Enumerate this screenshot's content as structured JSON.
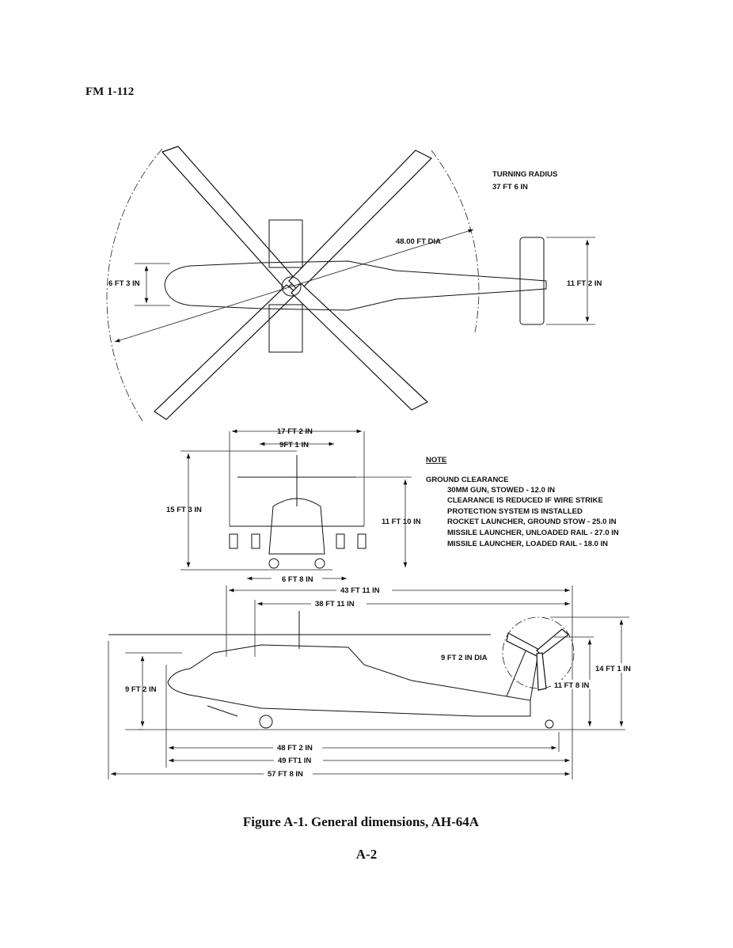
{
  "header": {
    "doc_id": "FM 1-112"
  },
  "top_view": {
    "turning_radius_label": "TURNING RADIUS",
    "turning_radius_value": "37 FT 6 IN",
    "rotor_diameter": "48.00 FT  DIA",
    "stabilator_width": "6 FT 3 IN",
    "tail_width": "11 FT 2 IN"
  },
  "front_view": {
    "wing_span": "17 FT 2 IN",
    "inner_span": "9FT 1 IN",
    "overall_height": "15 FT 3 IN",
    "hub_height": "11 FT 10 IN",
    "wheel_track": "6 FT 8 IN"
  },
  "note": {
    "title": "NOTE",
    "heading": "GROUND CLEARANCE",
    "lines": [
      "30MM GUN, STOWED - 12.0 IN",
      "CLEARANCE IS REDUCED IF WIRE STRIKE",
      "PROTECTION SYSTEM IS INSTALLED",
      "ROCKET LAUNCHER, GROUND STOW - 25.0 IN",
      "MISSILE LAUNCHER, UNLOADED RAIL - 27.0 IN",
      "MISSILE LAUNCHER, LOADED RAIL - 18.0 IN"
    ]
  },
  "side_view": {
    "length_a": "43 FT 11 IN",
    "length_b": "38 FT 11 IN",
    "tail_rotor_dia": "9 FT 2 IN  DIA",
    "height_overall": "14 FT 1 IN",
    "height_tail": "11 FT 8 IN",
    "height_fuselage": "9 FT 2 IN",
    "fuselage_length": "48 FT 2 IN",
    "length_c": "49 FT1 IN",
    "overall_length": "57 FT 8 IN"
  },
  "caption": "Figure A-1.  General dimensions, AH-64A",
  "page_number": "A-2"
}
